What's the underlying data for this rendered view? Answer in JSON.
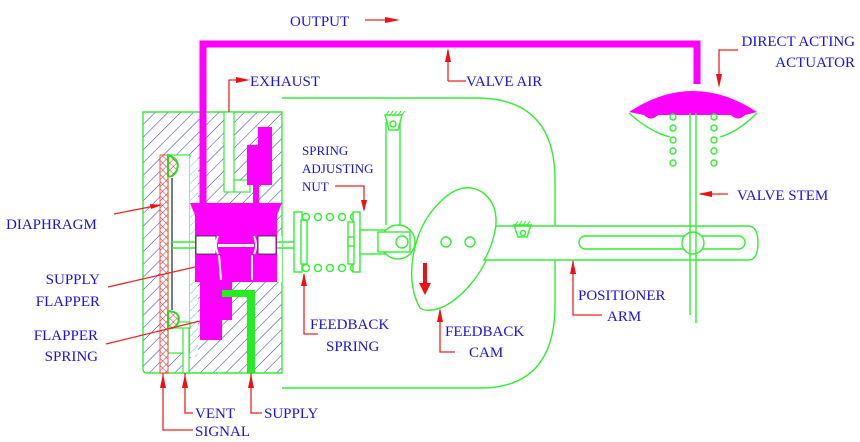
{
  "title": "Pneumatic valve positioner (flapper type) with direct acting actuator",
  "colors": {
    "label_text": "#1a10e8",
    "body_lines": "#33ee33",
    "output_air": "#ff00ff",
    "supply_air": "#22ee22",
    "leader_lines": "#ee2222",
    "body_hatch": "#2233cc",
    "diaphragm_hatch": "#ee2222"
  },
  "labels": {
    "output": "OUTPUT",
    "valve_air": "VALVE AIR",
    "direct_acting_actuator_line1": "DIRECT ACTING",
    "direct_acting_actuator_line2": "ACTUATOR",
    "exhaust": "EXHAUST",
    "spring_adjusting_nut_line1": "SPRING",
    "spring_adjusting_nut_line2": "ADJUSTING",
    "spring_adjusting_nut_line3": "NUT",
    "valve_stem": "VALVE STEM",
    "diaphragm": "DIAPHRAGM",
    "supply_flapper_line1": "SUPPLY",
    "supply_flapper_line2": "FLAPPER",
    "flapper_spring_line1": "FLAPPER",
    "flapper_spring_line2": "SPRING",
    "feedback_spring_line1": "FEEDBACK",
    "feedback_spring_line2": "SPRING",
    "feedback_cam_line1": "FEEDBACK",
    "feedback_cam_line2": "CAM",
    "positioner_arm_line1": "POSITIONER",
    "positioner_arm_line2": "ARM",
    "vent": "VENT",
    "supply": "SUPPLY",
    "signal": "SIGNAL"
  }
}
